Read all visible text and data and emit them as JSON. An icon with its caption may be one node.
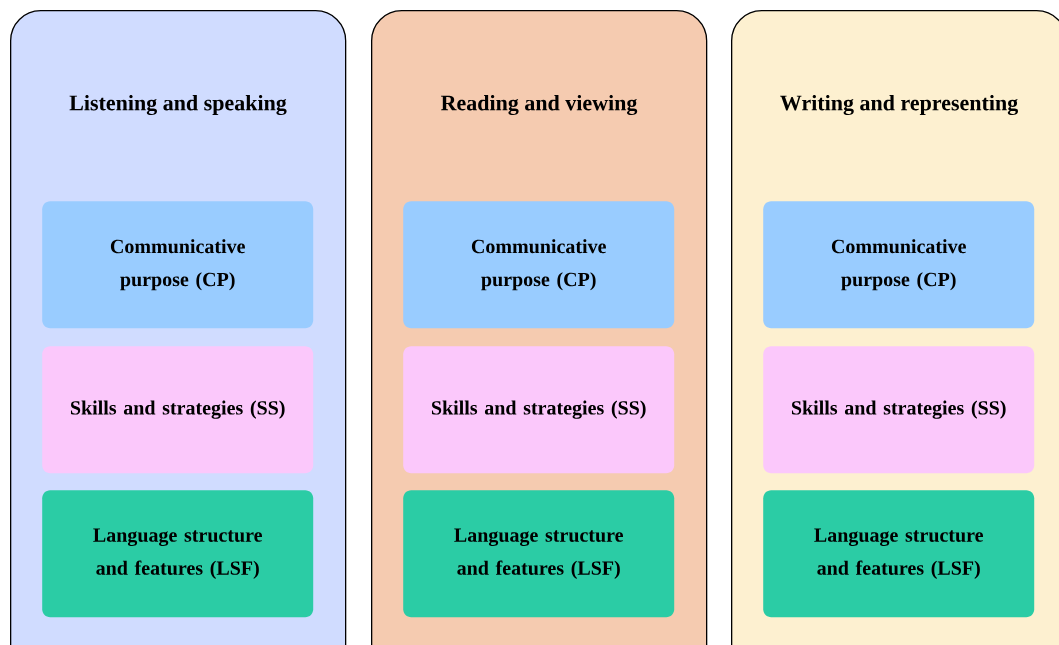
{
  "diagram": {
    "nodes": [
      {
        "text": [
          "Listening and speaking"
        ]
      },
      {
        "text": [
          "Communicative purpose (CP)"
        ],
        "in": 0
      },
      {
        "text": [
          "Skills and strategies (SS)"
        ],
        "in": 0
      },
      {
        "text": [
          "Language structure and features (LSF)"
        ],
        "in": 0
      },
      {
        "text": [
          "Reading and viewing"
        ]
      },
      {
        "text": [
          "Communicative purpose (CP)"
        ],
        "in": 4
      },
      {
        "text": [
          "Skills and strategies (SS)"
        ],
        "in": 4
      },
      {
        "text": [
          "Language structure and features (LSF)"
        ],
        "in": 4
      },
      {
        "text": [
          "Writing and representing"
        ]
      },
      {
        "text": [
          "Communicative purpose (CP)"
        ],
        "in": 8
      },
      {
        "text": [
          "Skills and strategies (SS)"
        ],
        "in": 8
      },
      {
        "text": [
          "Language structure and features (LSF)"
        ],
        "in": 8
      }
    ]
  }
}
